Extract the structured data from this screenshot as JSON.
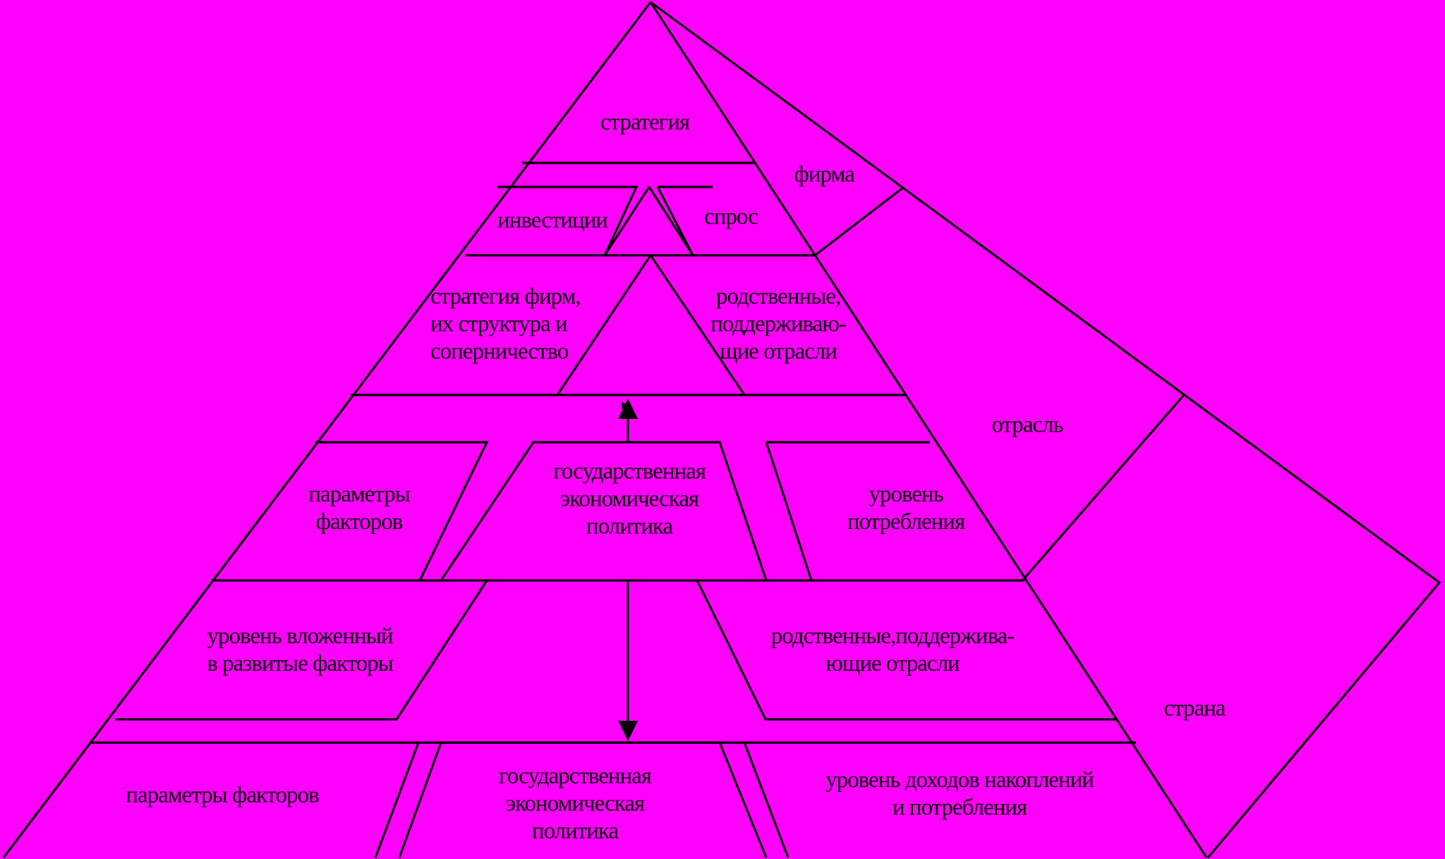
{
  "levels": {
    "firm": "фирма",
    "industry": "отрасль",
    "country": "страна"
  },
  "firm_level": {
    "strategy": "стратегия",
    "investments": "инвестиции",
    "demand": "спрос"
  },
  "industry_level": {
    "firm_strategy": [
      "стратегия фирм,",
      "их структура и",
      "соперничество"
    ],
    "related_industries": [
      "родственные,",
      "поддерживаю-",
      "щие отрасли"
    ],
    "factor_parameters": [
      "параметры",
      "факторов"
    ],
    "state_policy": [
      "государственная",
      "экономическая",
      "политика"
    ],
    "consumption_level": [
      "уровень",
      "потребления"
    ]
  },
  "country_level": {
    "invested_level": [
      "уровень вложенный",
      "в развитые факторы"
    ],
    "related_industries": [
      "родственные,поддержива-",
      "ющие отрасли"
    ],
    "factor_parameters": "параметры факторов",
    "state_policy": [
      "государственная",
      "экономическая",
      "политика"
    ],
    "income_level": [
      "уровень доходов накоплений",
      "и потребления"
    ]
  }
}
